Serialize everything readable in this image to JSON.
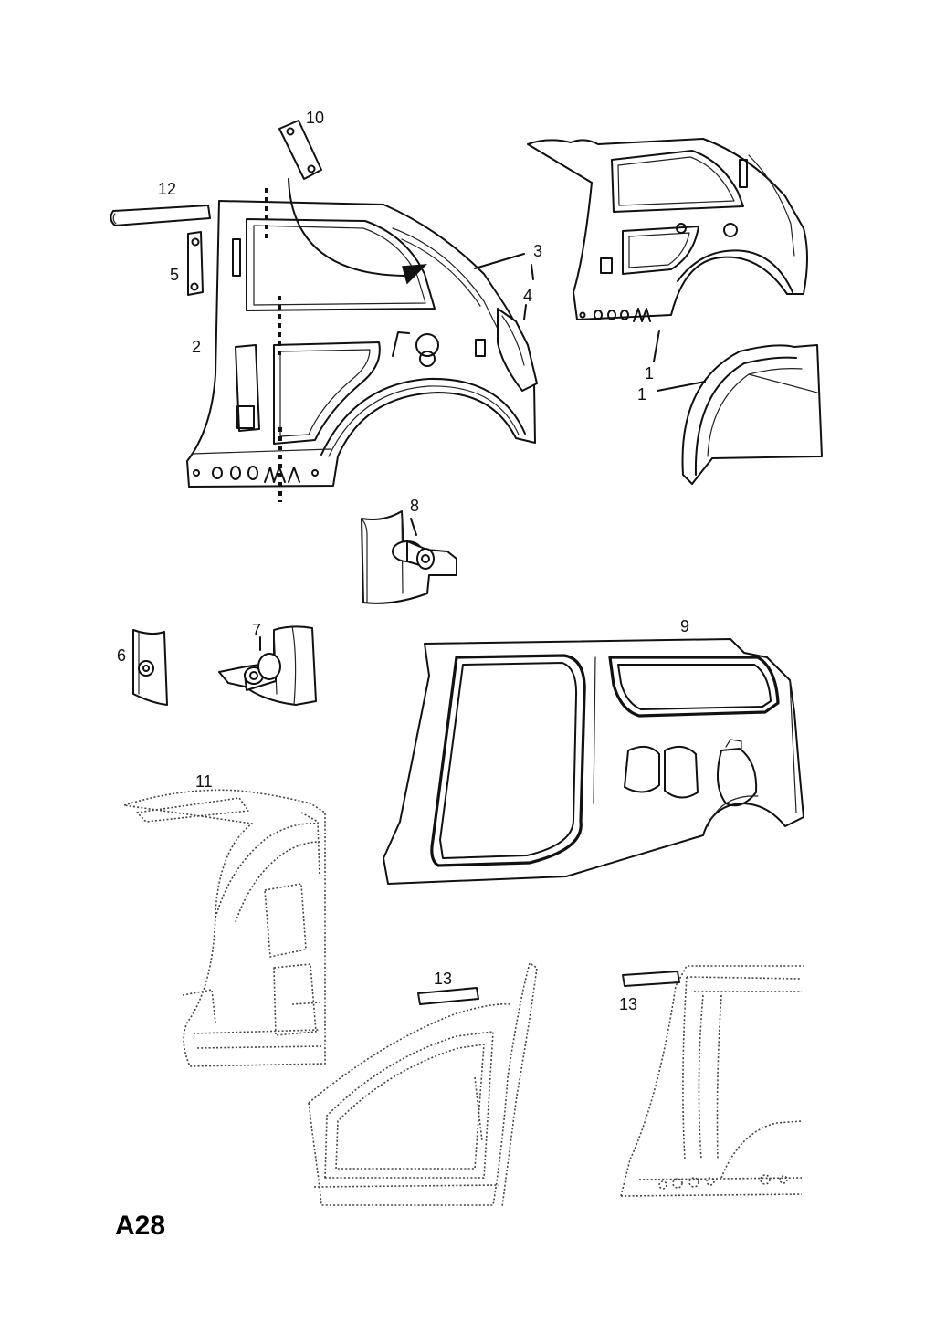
{
  "diagram": {
    "code": "A28",
    "callouts": {
      "c1": "1",
      "c1b": "1",
      "c2": "2",
      "c3": "3",
      "c4": "4",
      "c5": "5",
      "c6": "6",
      "c7": "7",
      "c8": "8",
      "c9": "9",
      "c10": "10",
      "c11": "11",
      "c12": "12",
      "c13": "13",
      "c13b": "13"
    }
  }
}
